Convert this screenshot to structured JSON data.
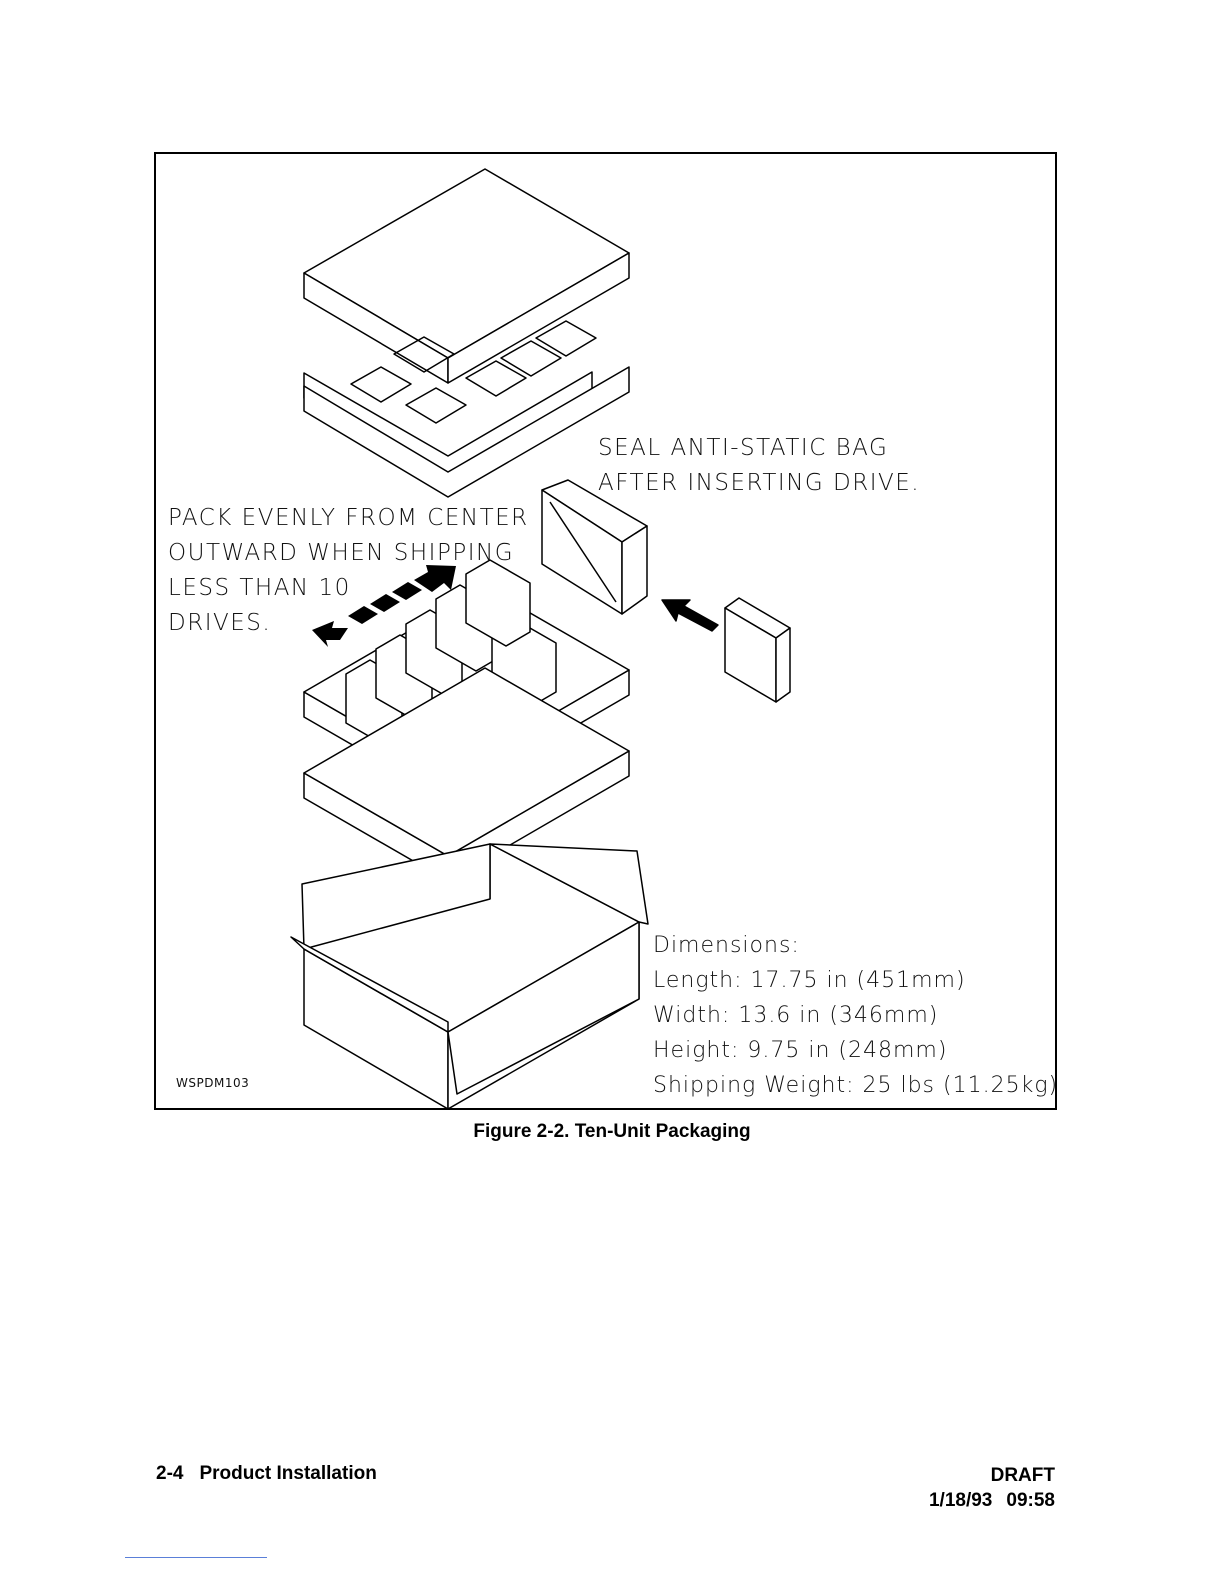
{
  "figure": {
    "notes": {
      "pack": [
        "PACK EVENLY FROM CENTER",
        "OUTWARD WHEN SHIPPING",
        "LESS THAN 10",
        "DRIVES."
      ],
      "seal": [
        "SEAL ANTI-STATIC BAG",
        "AFTER INSERTING DRIVE."
      ]
    },
    "dimensions": {
      "heading": "Dimensions:",
      "length": "Length: 17.75 in (451mm)",
      "width": "Width: 13.6 in (346mm)",
      "height": "Height: 9.75 in (248mm)",
      "weight": "Shipping Weight: 25 lbs (11.25kg)"
    },
    "drawing_id": "WSPDM103",
    "caption": "Figure 2-2. Ten-Unit Packaging"
  },
  "footer": {
    "section_number": "2-4",
    "section_title": "Product Installation",
    "status": "DRAFT",
    "date": "1/18/93",
    "time": "09:58"
  }
}
